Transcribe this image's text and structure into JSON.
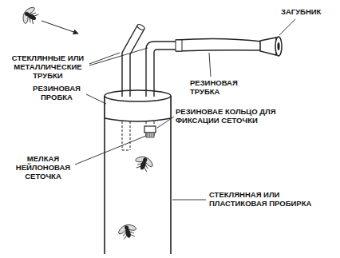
{
  "diagram": {
    "labels": [
      "ЗАГУБНИК",
      "СТЕКЛЯННЫЕ ИЛИ МЕТАЛЛИЧЕСКИЕ ТРУБКИ",
      "РЕЗИНОВАЯ ТРУБКА",
      "РЕЗИНОВАЯ ПРОБКА",
      "РЕЗИНОВАЕ КОЛЬЦО ДЛЯ ФИКСАЦИИ СЕТОЧКИ",
      "МЕЛКАЯ НЕЙЛОНОВАЯ СЕТОЧКА",
      "СТЕКЛЯННАЯ ИЛИ ПЛАСТИКОВАЯ ПРОБИРКА"
    ]
  }
}
